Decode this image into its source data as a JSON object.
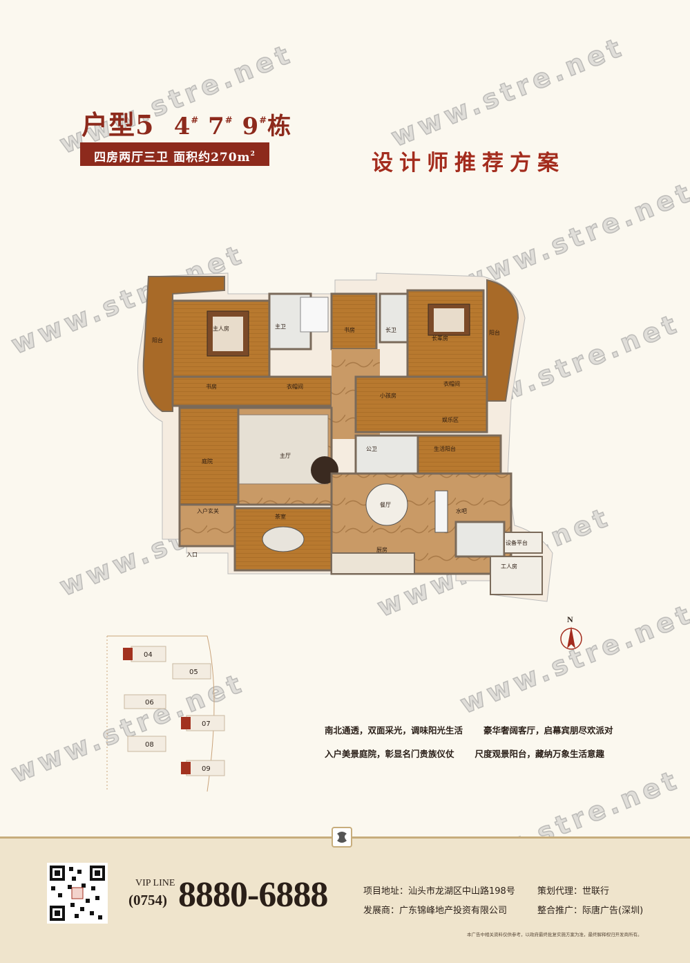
{
  "header": {
    "unit_type": "户型5",
    "buildings": {
      "b1": "4",
      "b2": "7",
      "b3": "9",
      "mark": "#",
      "suffix": "栋"
    },
    "spec_text": "四房两厅三卫 面积约270m",
    "spec_sup": "2",
    "design_title": "设计师推荐方案"
  },
  "floorplan": {
    "rooms": {
      "master_bedroom": "主人房",
      "master_bath": "主卫",
      "study_left": "书房",
      "study_top": "书房",
      "wardrobe_left": "衣帽间",
      "balcony_left": "阳台",
      "elder_bath": "长卫",
      "elder_bedroom": "长辈房",
      "balcony_right": "阳台",
      "wardrobe_right": "衣帽间",
      "kids_room": "小孩房",
      "entertainment": "娱乐区",
      "public_bath": "公卫",
      "service_balcony": "生活阳台",
      "garden": "庭院",
      "living_room": "主厅",
      "entry_foyer": "入户玄关",
      "entrance": "入口",
      "tea_room": "茶室",
      "dining_room": "餐厅",
      "kitchen": "厨房",
      "water_bar": "水吧",
      "equipment_platform": "设备平台",
      "maid_room": "工人房"
    },
    "compass_label": "N",
    "colors": {
      "floor_wood": "#b8792f",
      "floor_marble": "#c99a66",
      "wall": "#7a6a5a",
      "balcony": "#a86a28"
    }
  },
  "sitemap": {
    "buildings": [
      "04",
      "05",
      "06",
      "07",
      "08",
      "09"
    ]
  },
  "features": {
    "f1": "南北通透，双面采光，调味阳光生活",
    "f2": "豪华奢阔客厅，启幕宾朋尽欢派对",
    "f3": "入户美景庭院，彰显名门贵族仪仗",
    "f4": "尺度观景阳台，藏纳万象生活意趣"
  },
  "watermark": "www.stre.net",
  "footer": {
    "vip_line": "VIP LINE",
    "area_code": "(0754)",
    "phone": "8880-6888",
    "address_label": "项目地址：",
    "address": "汕头市龙湖区中山路198号",
    "agent_label": "策划代理：",
    "agent": "世联行",
    "developer_label": "发展商：",
    "developer": "广东锦峰地产投资有限公司",
    "promo_label": "整合推广：",
    "promo": "际唐广告(深圳)",
    "disclaimer": "本广告中相关资料仅供参考，以政府最终批复实施方案为准，最终解释权归开发商所有。"
  },
  "accent_color": "#8d2a1c"
}
